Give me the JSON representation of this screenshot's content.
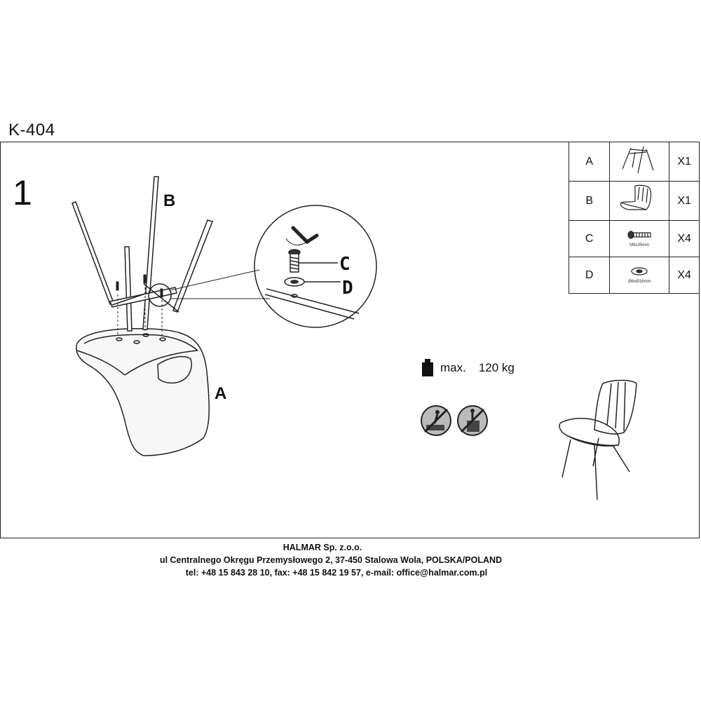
{
  "document": {
    "title": "K-404",
    "step_number": "1"
  },
  "labels": {
    "part_a": "A",
    "part_b": "B",
    "callout_c": "C",
    "callout_d": "D"
  },
  "parts_table": [
    {
      "letter": "A",
      "icon": "chair-base-icon",
      "spec": "",
      "qty": "X1"
    },
    {
      "letter": "B",
      "icon": "chair-seat-icon",
      "spec": "",
      "qty": "X1"
    },
    {
      "letter": "C",
      "icon": "bolt-icon",
      "spec": "M6x35mm",
      "qty": "X4"
    },
    {
      "letter": "D",
      "icon": "washer-icon",
      "spec": "Ø6xØ16mm",
      "qty": "X4"
    }
  ],
  "max_load": {
    "label": "max.",
    "value": "120 kg",
    "icon": "weight-icon"
  },
  "warnings": [
    "no-standing-on-seat-icon",
    "no-climbing-icon"
  ],
  "footer": {
    "company": "HALMAR Sp. z.o.o.",
    "address": "ul Centralnego Okręgu Przemysłowego 2, 37-450 Stalowa Wola, POLSKA/POLAND",
    "contact": "tel: +48 15 843 28 10, fax: +48 15 842 19 57, e-mail: office@halmar.com.pl"
  }
}
